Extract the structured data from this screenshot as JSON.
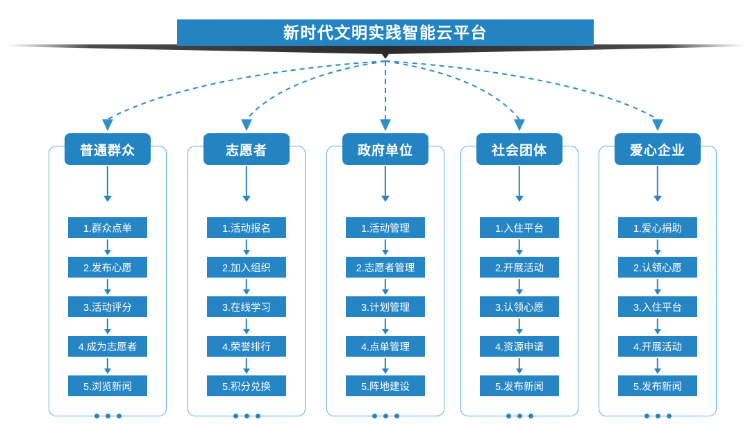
{
  "title": {
    "text": "新时代文明实践智能云平台"
  },
  "colors": {
    "banner_blue": "#2484c2",
    "box_blue": "#2585c5",
    "banner_shadow": "#2b2b2b",
    "container_border": "#5badd8",
    "connector_dashed": "#2e8fc9",
    "text_light": "#ffffff",
    "background": "#ffffff"
  },
  "ellipsis": "• • •",
  "columns": [
    {
      "header": "普通群众",
      "items": [
        "1.群众点单",
        "2.发布心愿",
        "3.活动评分",
        "4.成为志愿者",
        "5.浏览新闻"
      ]
    },
    {
      "header": "志愿者",
      "items": [
        "1.活动报名",
        "2.加入组织",
        "3.在线学习",
        "4.荣誉排行",
        "5.积分兑换"
      ]
    },
    {
      "header": "政府单位",
      "items": [
        "1.活动管理",
        "2.志愿者管理",
        "3.计划管理",
        "4.点单管理",
        "5.阵地建设"
      ]
    },
    {
      "header": "社会团体",
      "items": [
        "1.入住平台",
        "2.开展活动",
        "3.认领心愿",
        "4.资源申请",
        "5.发布新闻"
      ]
    },
    {
      "header": "爱心企业",
      "items": [
        "1.爱心捐助",
        "2.认领心愿",
        "3.入住平台",
        "4.开展活动",
        "5.发布新闻"
      ]
    }
  ]
}
